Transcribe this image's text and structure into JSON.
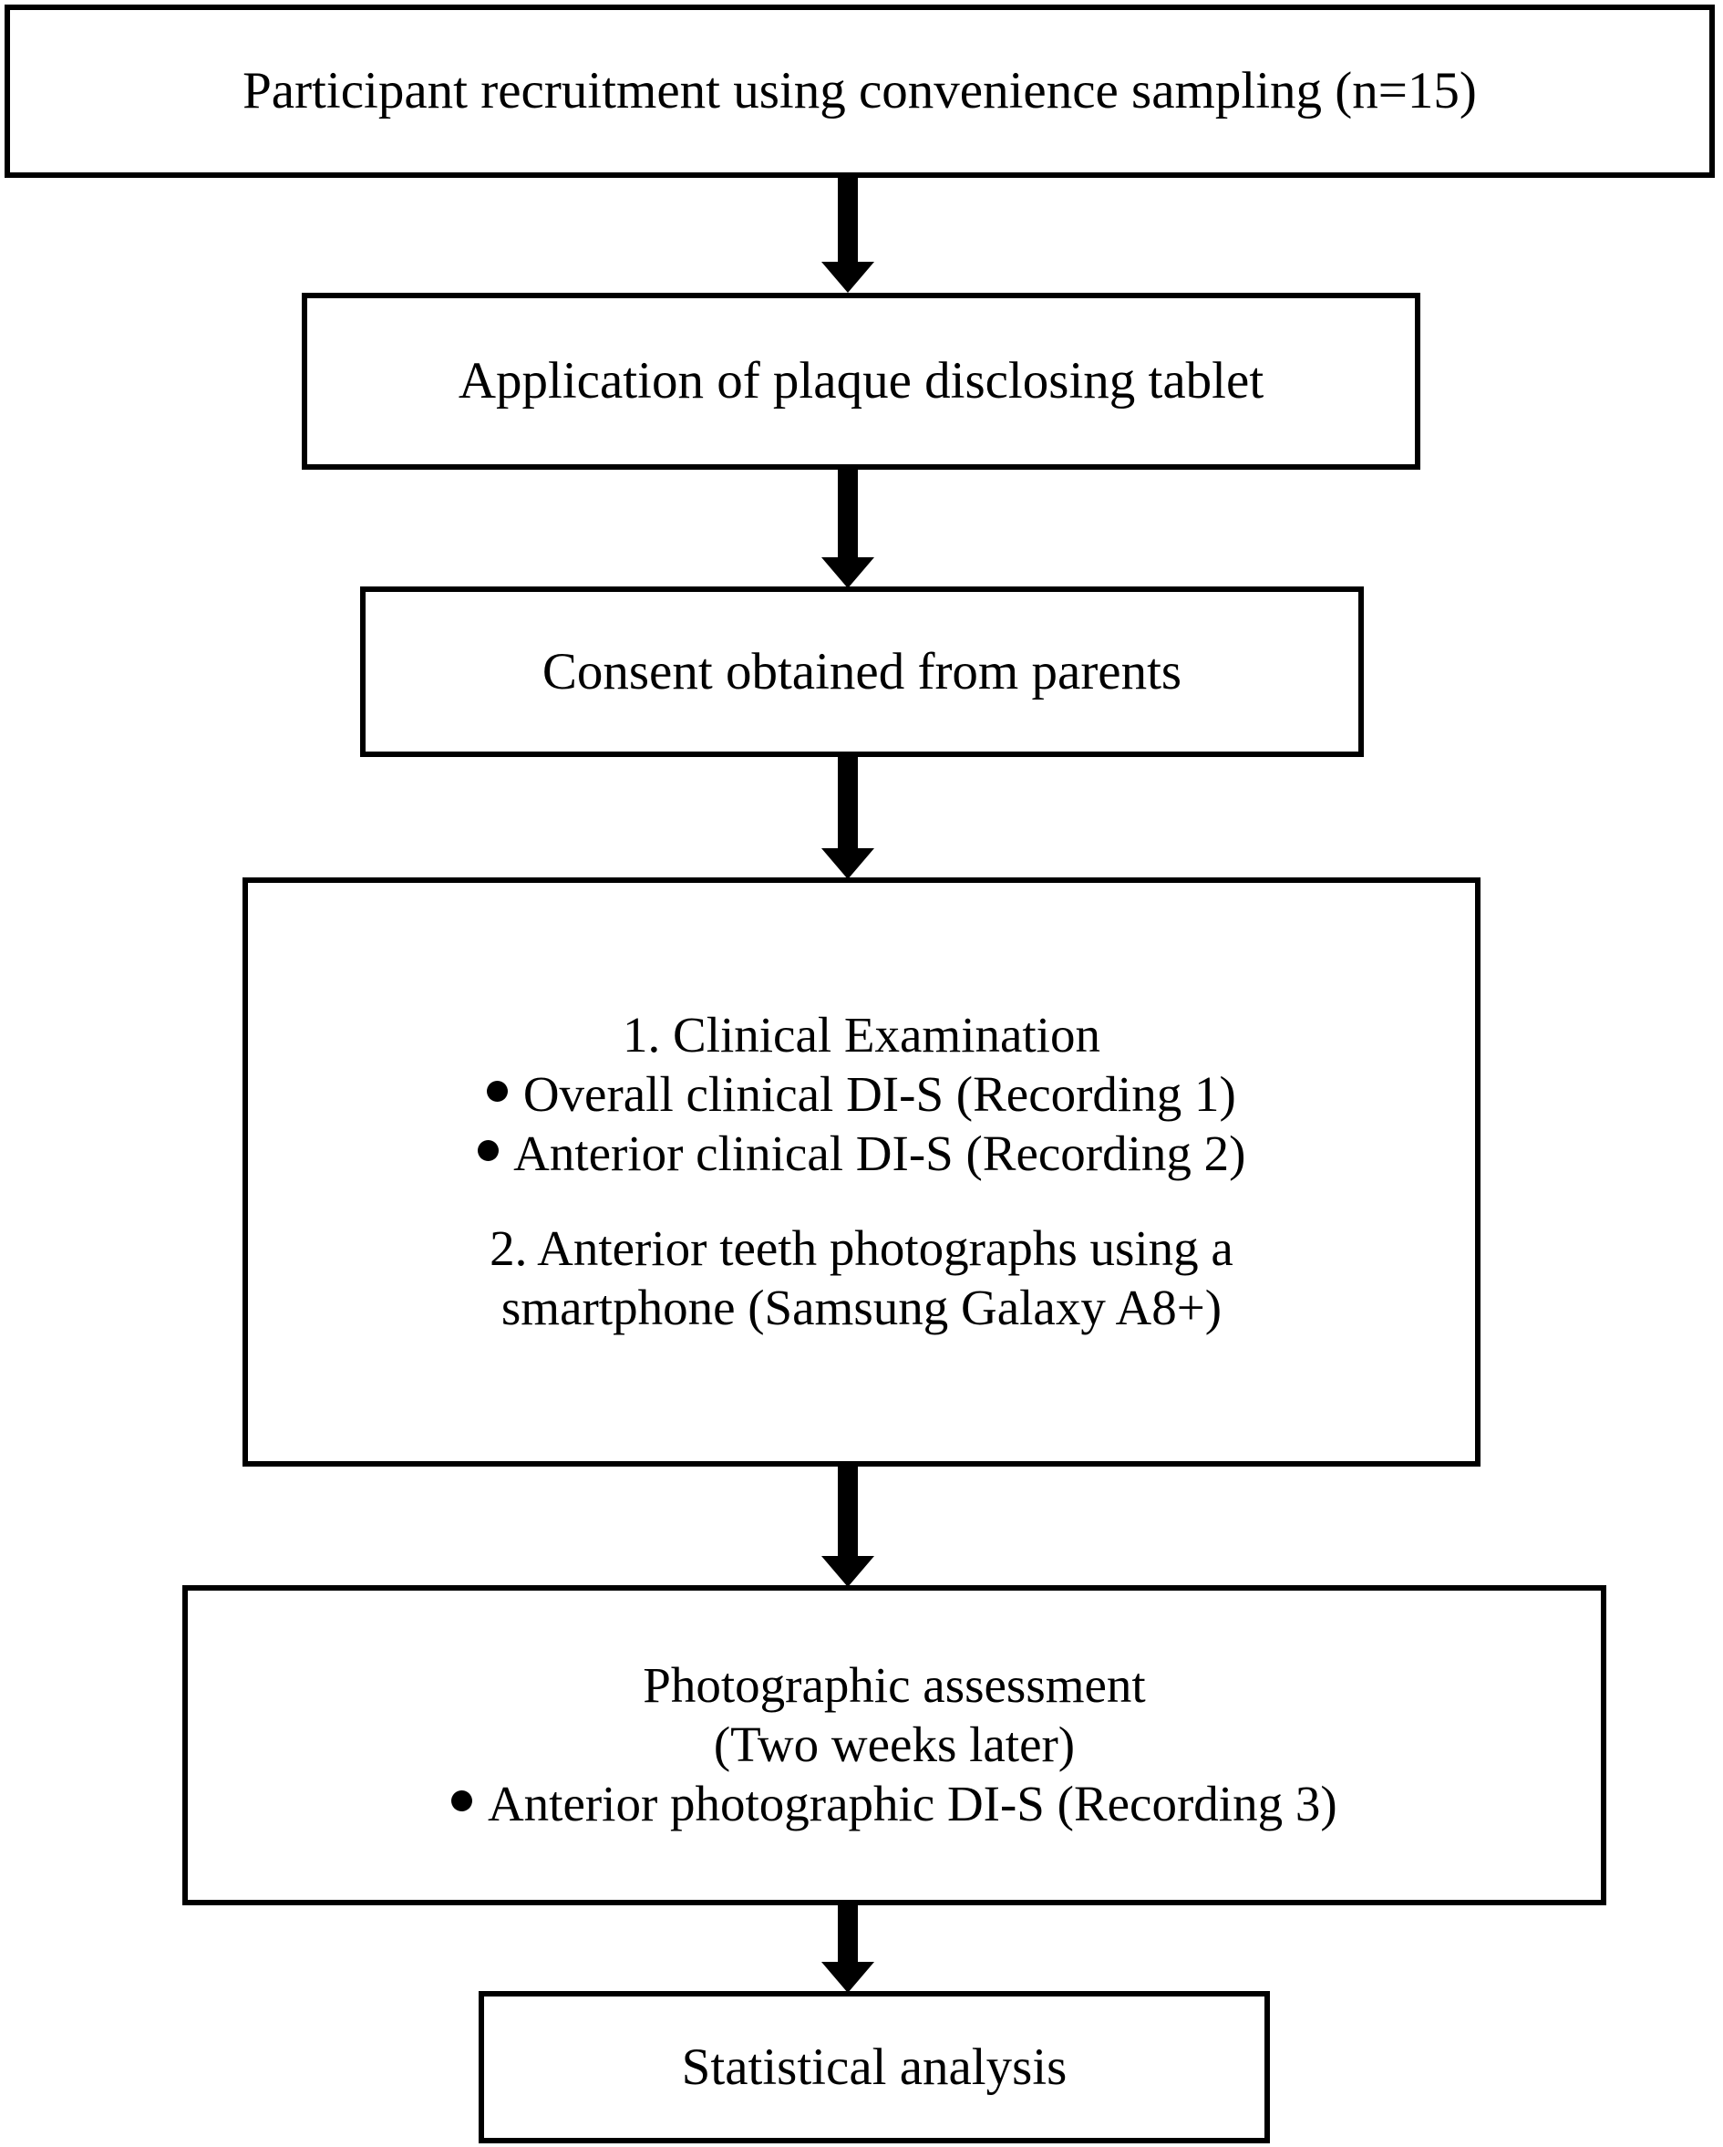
{
  "diagram": {
    "title": "Study methodology flowchart",
    "type": "flowchart",
    "orientation": "vertical",
    "colors": {
      "background": "#ffffff",
      "stroke": "#000000",
      "text": "#000000"
    },
    "nodes": [
      {
        "id": "recruitment",
        "lines": [
          "Participant recruitment using convenience sampling (n=15)"
        ]
      },
      {
        "id": "disclosing",
        "lines": [
          "Application of plaque disclosing tablet"
        ]
      },
      {
        "id": "consent",
        "lines": [
          "Consent obtained from parents"
        ]
      },
      {
        "id": "clinical-exam",
        "heading": "1. Clinical Examination",
        "bullets": [
          "Overall clinical DI-S (Recording 1)",
          "Anterior clinical DI-S (Recording 2)"
        ],
        "subheading_line_1": "2. Anterior teeth photographs using a",
        "subheading_line_2": "smartphone (Samsung Galaxy A8+)"
      },
      {
        "id": "photo-assess",
        "heading": "Photographic assessment",
        "subheading": "(Two weeks later)",
        "bullets": [
          "Anterior photographic DI-S (Recording 3)"
        ]
      },
      {
        "id": "statistics",
        "lines": [
          "Statistical analysis"
        ]
      }
    ],
    "connectors": [
      {
        "id": "arrow-1",
        "from": "recruitment",
        "to": "disclosing",
        "icon": "down-arrow-icon"
      },
      {
        "id": "arrow-2",
        "from": "disclosing",
        "to": "consent",
        "icon": "down-arrow-icon"
      },
      {
        "id": "arrow-3",
        "from": "consent",
        "to": "clinical-exam",
        "icon": "down-arrow-icon"
      },
      {
        "id": "arrow-4",
        "from": "clinical-exam",
        "to": "photo-assess",
        "icon": "down-arrow-icon"
      },
      {
        "id": "arrow-5",
        "from": "photo-assess",
        "to": "statistics",
        "icon": "down-arrow-icon"
      }
    ]
  }
}
